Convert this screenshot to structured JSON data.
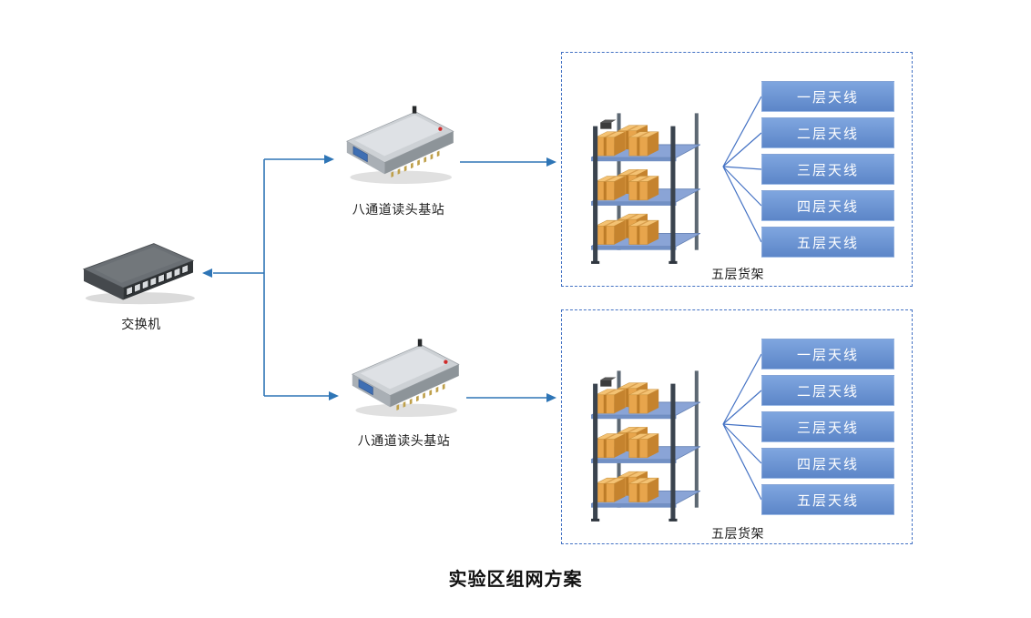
{
  "title": "实验区组网方案",
  "switch": {
    "label": "交换机"
  },
  "readers": [
    {
      "label": "八通道读头基站"
    },
    {
      "label": "八通道读头基站"
    }
  ],
  "racks": [
    {
      "label": "五层货架",
      "antennas": [
        "一层天线",
        "二层天线",
        "三层天线",
        "四层天线",
        "五层天线"
      ]
    },
    {
      "label": "五层货架",
      "antennas": [
        "一层天线",
        "二层天线",
        "三层天线",
        "四层天线",
        "五层天线"
      ]
    }
  ],
  "icons": {
    "switch": "network-switch-image",
    "reader": "rfid-reader-image",
    "rack": "warehouse-rack-image"
  },
  "colors": {
    "arrow": "#2E75B6",
    "line": "#4472C4",
    "button_top": "#7FA6DF",
    "button_bottom": "#5C86C8",
    "button_text": "#FFFFFF"
  }
}
